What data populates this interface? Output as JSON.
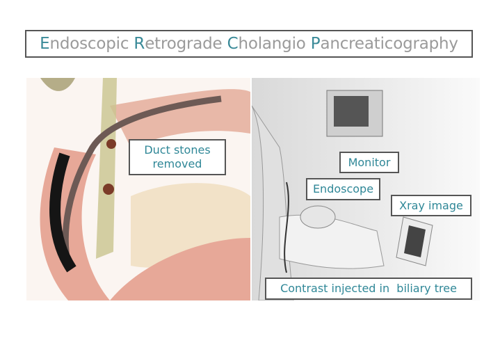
{
  "title": {
    "parts": [
      {
        "cap": "E",
        "rest": "ndoscopic "
      },
      {
        "cap": "R",
        "rest": "etrograde "
      },
      {
        "cap": "C",
        "rest": "holangio "
      },
      {
        "cap": "P",
        "rest": "ancreaticography"
      }
    ]
  },
  "left_panel": {
    "label_line1": "Duct stones",
    "label_line2": "removed"
  },
  "right_panel": {
    "monitor": "Monitor",
    "endoscope": "Endoscope",
    "xray": "Xray image",
    "contrast": "Contrast injected in  biliary tree"
  },
  "colors": {
    "accent": "#3a8a98",
    "title_text": "#9a9a9a",
    "border": "#555555"
  }
}
